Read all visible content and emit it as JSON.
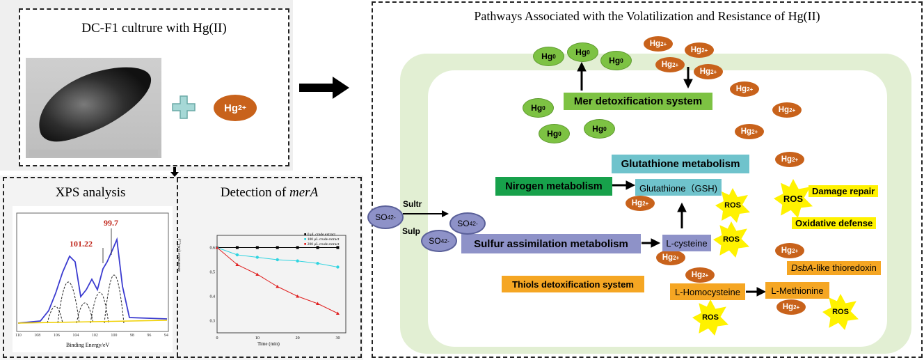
{
  "panels": {
    "culture": {
      "title": "DC-F1 cultrure with Hg(II)",
      "plus": "+",
      "hg_ion": "Hg",
      "hg_ion_charge": "2+"
    },
    "xps": {
      "title": "XPS analysis",
      "peak1": "101.22",
      "peak2": "99.7",
      "xlabel": "Binding Energy/eV",
      "ticks": [
        "110",
        "108",
        "106",
        "104",
        "102",
        "100",
        "98",
        "96",
        "94"
      ]
    },
    "mera": {
      "title_prefix": "Detection of ",
      "title_gene": "merA",
      "xlabel": "Time (min)",
      "ylabel": "absorbance (OD₃₄₀)",
      "ticks_x": [
        "0",
        "10",
        "20",
        "30"
      ],
      "ticks_y": [
        "0.3",
        "0.4",
        "0.5",
        "0.6"
      ],
      "legend": [
        "0    μL crude extract",
        "100  μL crude extract",
        "200  μL crude extract"
      ]
    }
  },
  "pathways": {
    "title": "Pathways Associated with the Volatilization and Resistance of Hg(II)",
    "hg0_label": "Hg",
    "hg0_sup": "0",
    "hg2_label": "Hg",
    "hg2_sup": "2+",
    "so4_label": "SO",
    "so4_sub": "4",
    "so4_sup": "2-",
    "mer": "Mer detoxification system",
    "glutathione_metabolism": "Glutathione metabolism",
    "nitrogen_metabolism": "Nirogen metabolism",
    "gsh": "Glutathione（GSH)",
    "sulfur": "Sulfur assimilation metabolism",
    "lcys": "L-cysteine",
    "thiols": "Thiols  detoxification system",
    "lhomo": "L-Homocysteine",
    "lmet": "L-Methionine",
    "ros": "ROS",
    "damage_repair": "Damage repair",
    "oxidative_defense": "Oxidative defense",
    "dsba_italic": "DsbA",
    "dsba_rest": "-like thioredoxin",
    "sultr": "Sultr",
    "sulp": "Sulp"
  },
  "colors": {
    "green": "#7dc243",
    "orange": "#c8621b",
    "teal": "#6fc3cc",
    "dark_green": "#17a14b",
    "lavender": "#8e92c8",
    "yellow": "#fff200",
    "amber": "#f5a623",
    "cell": "#e2efd3"
  },
  "chart_data": [
    {
      "type": "line",
      "title": "XPS analysis",
      "xlabel": "Binding Energy/eV",
      "x": [
        110,
        108,
        106,
        105,
        104,
        103.5,
        103,
        102.5,
        102,
        101.5,
        101.22,
        100.5,
        100,
        99.7,
        99,
        98,
        96,
        94
      ],
      "series": [
        {
          "values": [
            0.02,
            0.03,
            0.05,
            0.28,
            0.55,
            0.65,
            0.45,
            0.3,
            0.4,
            0.45,
            0.62,
            0.5,
            0.7,
            0.86,
            0.6,
            0.1,
            0.05,
            0.05
          ]
        }
      ],
      "annotations": [
        "101.22",
        "99.7"
      ]
    },
    {
      "type": "line",
      "title": "Detection of merA",
      "xlabel": "Time (min)",
      "ylabel": "absorbance (OD₃₄₀)",
      "x": [
        0,
        5,
        10,
        15,
        20,
        25,
        30
      ],
      "ylim": [
        0.25,
        0.65
      ],
      "series": [
        {
          "name": "0    μL crude extract",
          "values": [
            0.6,
            0.6,
            0.6,
            0.6,
            0.6,
            0.6,
            0.6
          ]
        },
        {
          "name": "100  μL crude extract",
          "values": [
            0.6,
            0.57,
            0.56,
            0.55,
            0.545,
            0.535,
            0.52
          ]
        },
        {
          "name": "200  μL crude extract",
          "values": [
            0.6,
            0.53,
            0.49,
            0.44,
            0.4,
            0.37,
            0.33
          ]
        }
      ]
    }
  ]
}
